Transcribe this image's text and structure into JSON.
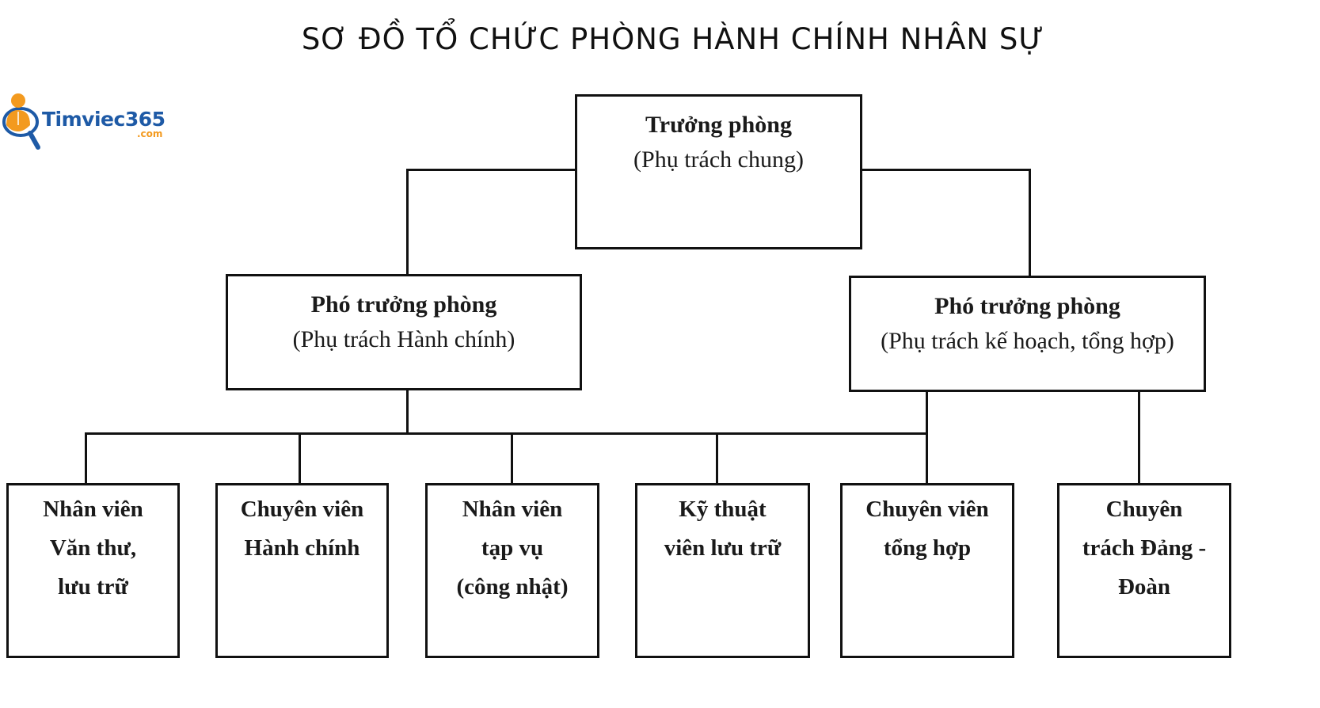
{
  "title": "SƠ ĐỒ TỔ CHỨC PHÒNG HÀNH CHÍNH NHÂN SỰ",
  "logo": {
    "name": "Timviec365",
    "suffix": ".com",
    "icon": "person-magnifier-icon",
    "colors": {
      "blue": "#1e5aa6",
      "orange": "#f39a1f"
    }
  },
  "org_chart": {
    "head": {
      "title": "Trưởng phòng",
      "subtitle": "(Phụ trách chung)"
    },
    "deputies": [
      {
        "title": "Phó trưởng phòng",
        "subtitle": "(Phụ trách Hành chính)"
      },
      {
        "title": "Phó trưởng phòng",
        "subtitle": "(Phụ trách kế hoạch, tổng hợp)"
      }
    ],
    "staff": [
      {
        "lines": [
          "Nhân viên",
          "Văn thư,",
          "lưu trữ"
        ]
      },
      {
        "lines": [
          "Chuyên viên",
          "Hành chính",
          ""
        ]
      },
      {
        "lines": [
          "Nhân viên",
          "tạp vụ",
          "(công nhật)"
        ]
      },
      {
        "lines": [
          "Kỹ thuật",
          "viên lưu trữ",
          ""
        ]
      },
      {
        "lines": [
          "Chuyên viên",
          "tổng hợp",
          ""
        ]
      },
      {
        "lines": [
          "Chuyên",
          "trách Đảng -",
          "Đoàn"
        ]
      }
    ],
    "line_color": "#111111"
  }
}
